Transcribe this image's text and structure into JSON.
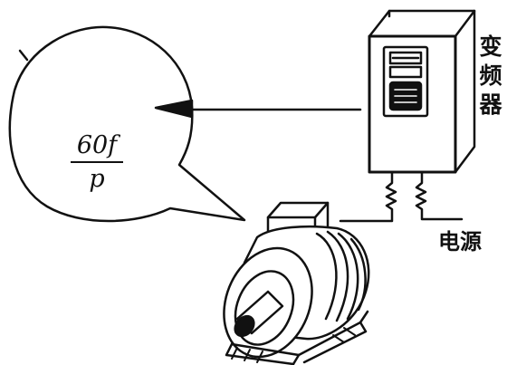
{
  "diagram": {
    "formula": {
      "numerator": "60f",
      "denominator": "p"
    },
    "inverter_label": [
      "变",
      "频",
      "器"
    ],
    "power_label": "电源",
    "colors": {
      "ink": "#111111",
      "background": "#ffffff"
    }
  }
}
